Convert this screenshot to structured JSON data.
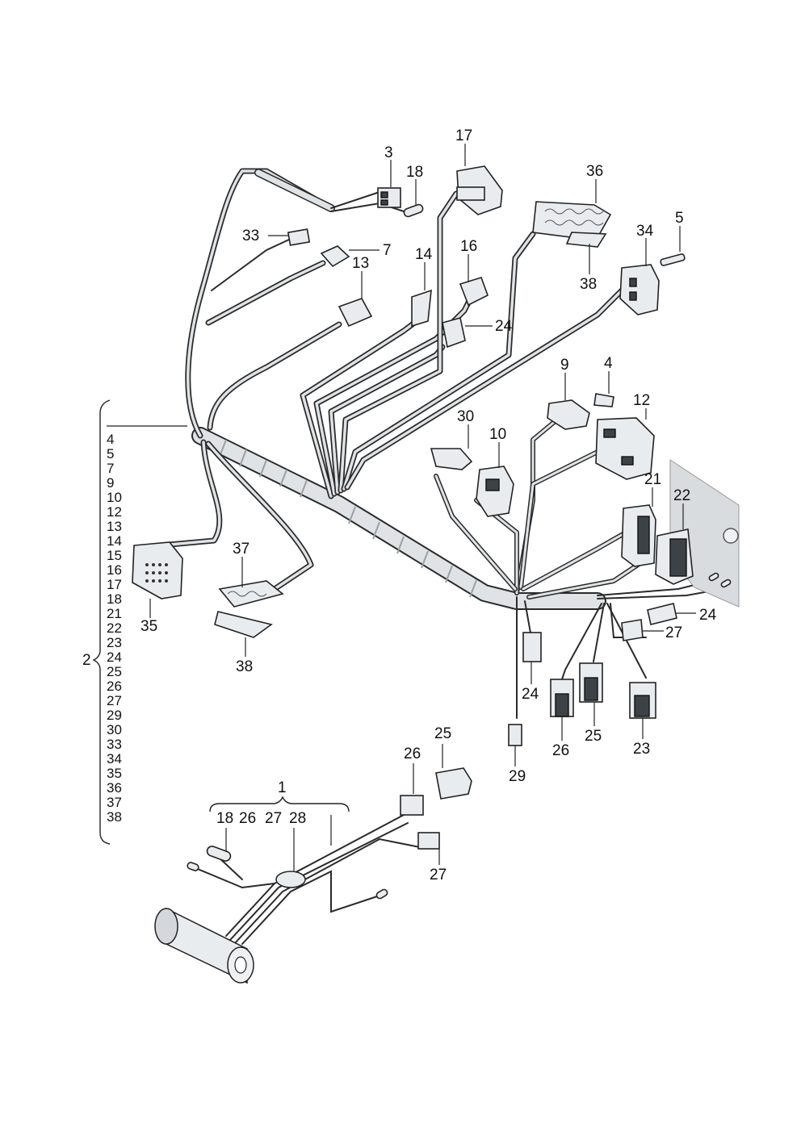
{
  "diagram": {
    "callouts": {
      "c1": "1",
      "c2": "2",
      "c3": "3",
      "c4a": "4",
      "c5": "5",
      "c7": "7",
      "c9": "9",
      "c10": "10",
      "c12": "12",
      "c13": "13",
      "c14": "14",
      "c16": "16",
      "c17": "17",
      "c18a": "18",
      "c21": "21",
      "c22": "22",
      "c23": "23",
      "c24a": "24",
      "c24b": "24",
      "c24c": "24",
      "c25a": "25",
      "c25b": "25",
      "c26a": "26",
      "c26b": "26",
      "c27a": "27",
      "c27b": "27",
      "c29": "29",
      "c30": "30",
      "c33": "33",
      "c34": "34",
      "c35": "35",
      "c36": "36",
      "c37": "37",
      "c38a": "38",
      "c38b": "38",
      "c18b": "18",
      "c26c": "26",
      "c27c": "27",
      "c28": "28"
    },
    "group2_items": [
      "4",
      "5",
      "7",
      "9",
      "10",
      "12",
      "13",
      "14",
      "15",
      "16",
      "17",
      "18",
      "21",
      "22",
      "23",
      "24",
      "25",
      "26",
      "27",
      "29",
      "30",
      "33",
      "34",
      "35",
      "36",
      "37",
      "38"
    ],
    "group2_label": "2",
    "group1_label": "1",
    "group1_items": [
      "18",
      "26",
      "27",
      "28"
    ]
  },
  "colors": {
    "wire": "#2a2a2a",
    "sheath": "#dfe3e6",
    "connector": "#e9ecef",
    "panel": "#d9dcdf"
  }
}
